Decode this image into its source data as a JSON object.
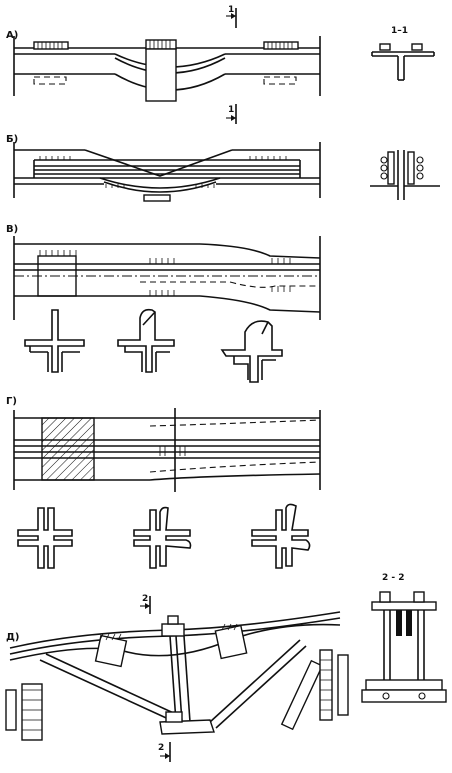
{
  "labels": {
    "panel_a": "А)",
    "panel_b": "Б)",
    "panel_v": "В)",
    "panel_g": "Г)",
    "panel_d": "Д)",
    "section_1_top": "1",
    "section_1_bottom": "1",
    "section_1_title": "1–1",
    "section_2_top": "2",
    "section_2_bottom": "2",
    "section_2_title": "2 - 2"
  }
}
